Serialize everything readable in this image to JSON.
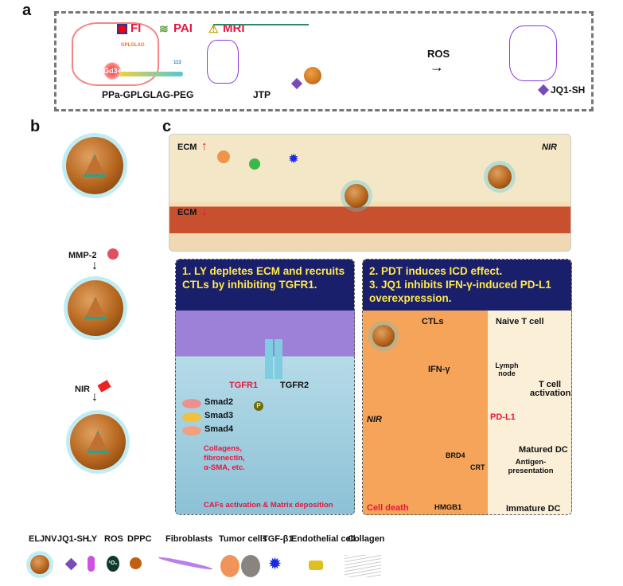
{
  "panel_labels": {
    "a": "a",
    "b": "b",
    "c": "c"
  },
  "panel_a": {
    "imaging": [
      "FI",
      "PAI",
      "MRI"
    ],
    "compound1": "PPa-GPLGLAG-PEG",
    "compound1_sub": {
      "peptide": "GPLGLAG",
      "peg_n": "113",
      "metal": "Gd3+"
    },
    "compound2": "JTP",
    "reaction": "ROS",
    "product": "JQ1-SH"
  },
  "panel_b": {
    "step1": "MMP-2",
    "step2": "NIR"
  },
  "panel_c": {
    "top": {
      "ecm_up": "ECM",
      "ecm_down": "ECM",
      "nir": "NIR"
    },
    "sub1": {
      "header": "1. LY depletes ECM and recruits CTLs by inhibiting TGFR1.",
      "receptors": [
        "TGFR1",
        "TGFR2"
      ],
      "smads": [
        "Smad2",
        "Smad3",
        "Smad4"
      ],
      "phospho": "P",
      "products": [
        "Collagens,",
        "fibronectin,",
        "α-SMA, etc."
      ],
      "outcome": "CAFs activation & Matrix deposition"
    },
    "sub2": {
      "header_line1": "2. PDT induces ICD effect.",
      "header_line2": "3. JQ1 inhibits IFN-γ-induced PD-L1 overexpression.",
      "ctls": "CTLs",
      "naive": "Naive T cell",
      "lymph": "Lymph node",
      "ifn": "IFN-γ",
      "tcell_act": "T cell activation",
      "pdl1": "PD-L1",
      "nir": "NIR",
      "brd4": "BRD4",
      "crt": "CRT",
      "matured": "Matured DC",
      "antigen": "Antigen-presentation",
      "immature": "Immature DC",
      "hmgb1": "HMGB1",
      "death": "Cell death"
    }
  },
  "legend": [
    "ELJNV",
    "JQ1-SH",
    "LY",
    "ROS",
    "DPPC",
    "Fibroblasts",
    "Tumor cells",
    "TGF-β1",
    "Endothelial cell",
    "Collagen"
  ],
  "ros_symbol": "¹O₂"
}
